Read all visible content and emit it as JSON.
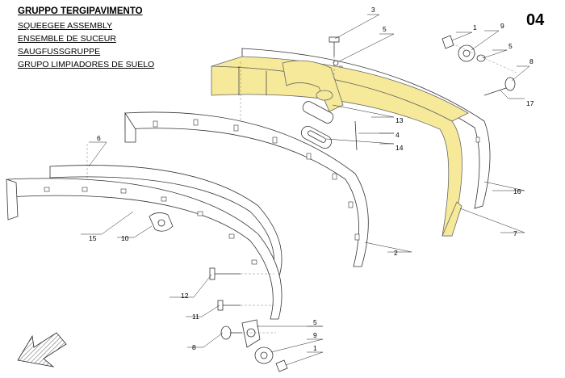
{
  "header": {
    "title": "GRUPPO TERGIPAVIMENTO",
    "subtitles": [
      "SQUEEGEE ASSEMBLY",
      "ENSEMBLE DE SUCEUR",
      "SAUGFUSSGRUPPE",
      "GRUPO LIMPIADORES DE SUELO"
    ]
  },
  "page_number": "04",
  "callouts": {
    "c1_top": "1",
    "c9_top": "9",
    "c5_top_right": "5",
    "c8_top": "8",
    "c17": "17",
    "c3": "3",
    "c5_top": "5",
    "c13": "13",
    "c4": "4",
    "c14": "14",
    "c16": "16",
    "c7": "7",
    "c2": "2",
    "c6": "6",
    "c15": "15",
    "c10": "10",
    "c12": "12",
    "c11": "11",
    "c8_bottom": "8",
    "c5_bottom": "5",
    "c9_bottom": "9",
    "c1_bottom": "1"
  },
  "colors": {
    "highlight": "#f6e99a",
    "line": "#333333"
  },
  "icons": {
    "direction": "direction-arrow-icon"
  }
}
